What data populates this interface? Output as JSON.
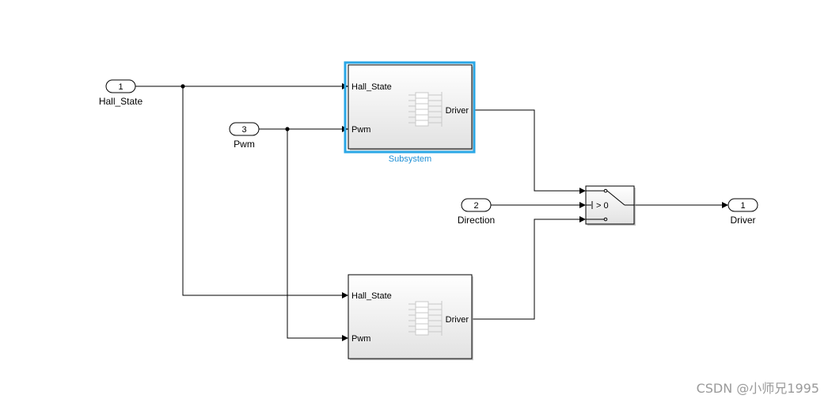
{
  "inports": [
    {
      "number": "1",
      "name": "Hall_State"
    },
    {
      "number": "3",
      "name": "Pwm"
    },
    {
      "number": "2",
      "name": "Direction"
    }
  ],
  "outport": {
    "number": "1",
    "name": "Driver"
  },
  "subsystem_top": {
    "name": "Subsystem",
    "inputs": [
      "Hall_State",
      "Pwm"
    ],
    "output": "Driver",
    "selected": true,
    "highlight_color": "#2aa7e6"
  },
  "subsystem_bottom": {
    "inputs": [
      "Hall_State",
      "Pwm"
    ],
    "output": "Driver"
  },
  "switch_block": {
    "criteria": "> 0"
  },
  "watermark": "CSDN @小师兄1995"
}
